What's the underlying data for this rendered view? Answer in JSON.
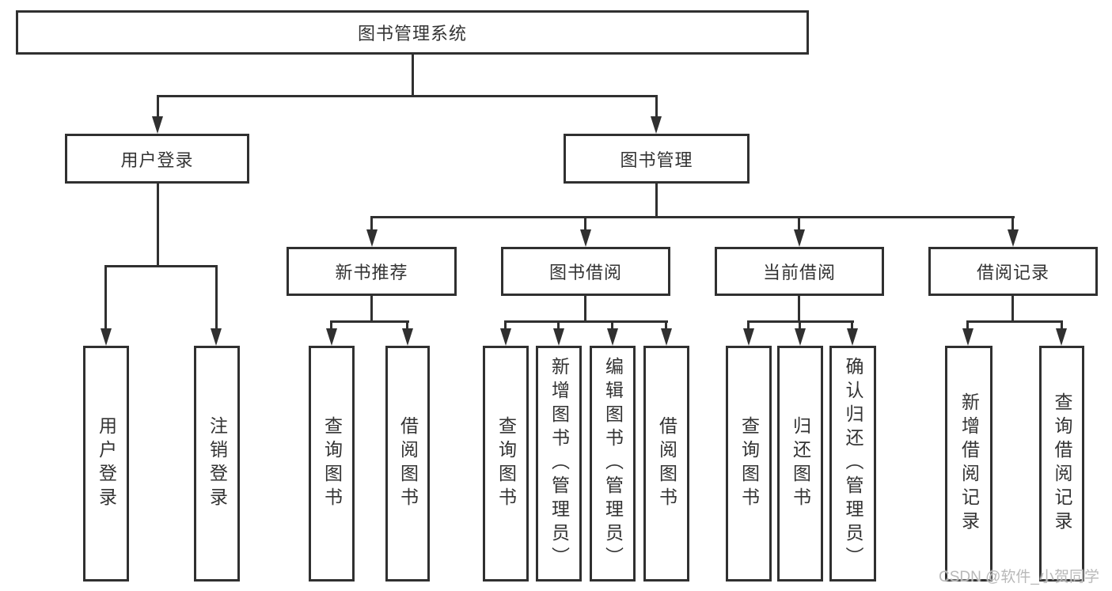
{
  "tree": {
    "root": "图书管理系统",
    "branches": [
      {
        "label": "用户登录",
        "children": [
          "用户登录",
          "注销登录"
        ]
      },
      {
        "label": "图书管理",
        "groups": [
          {
            "label": "新书推荐",
            "children": [
              "查询图书",
              "借阅图书"
            ]
          },
          {
            "label": "图书借阅",
            "children": [
              "查询图书",
              "新增图书（管理员）",
              "编辑图书（管理员）",
              "借阅图书"
            ]
          },
          {
            "label": "当前借阅",
            "children": [
              "查询图书",
              "归还图书",
              "确认归还（管理员）"
            ]
          },
          {
            "label": "借阅记录",
            "children": [
              "新增借阅记录",
              "查询借阅记录"
            ]
          }
        ]
      }
    ]
  },
  "watermark": "CSDN @软件_小贺同学",
  "colors": {
    "line": "#303030",
    "text": "#333333",
    "watermark": "#b9b9b9",
    "background": "#ffffff"
  }
}
